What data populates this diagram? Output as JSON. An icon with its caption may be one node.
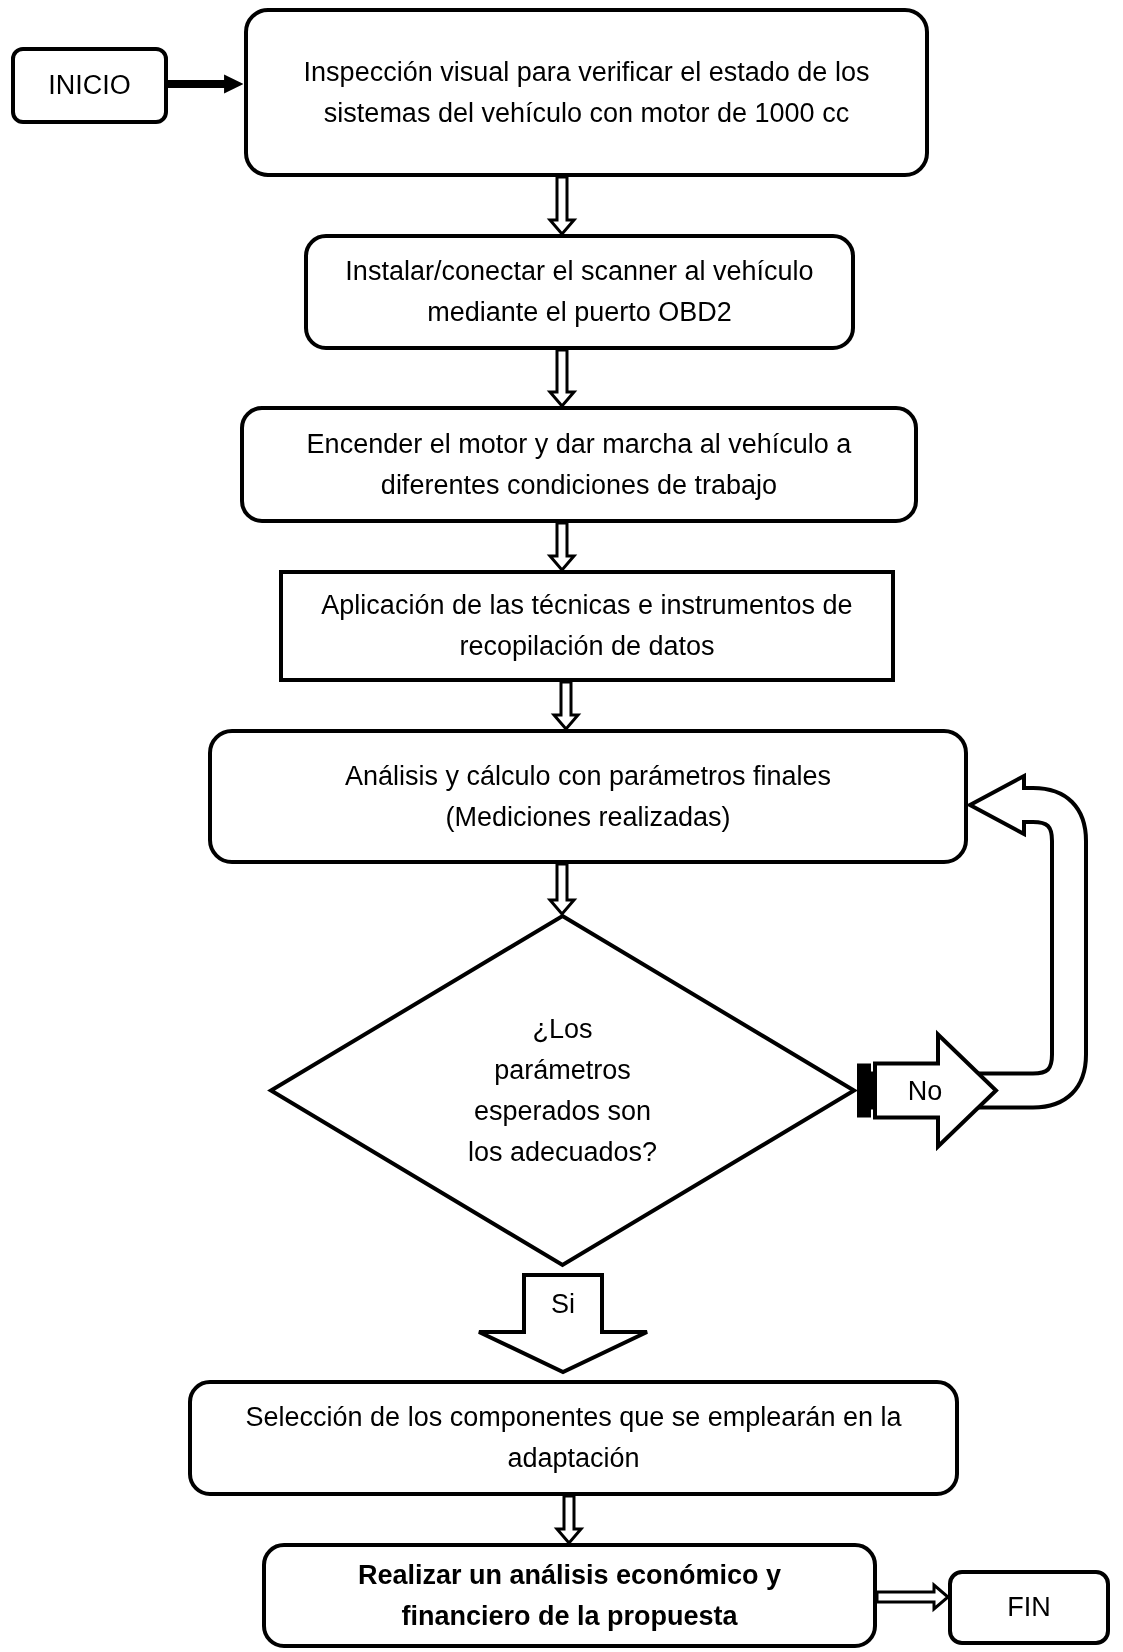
{
  "diagram": {
    "nodes": [
      {
        "text": [
          "INICIO"
        ]
      },
      {
        "text": [
          "Inspección visual para verificar el estado de los sistemas del vehículo con motor de 1000 cc"
        ]
      },
      {
        "text": [
          "Instalar/conectar el scanner al vehículo mediante el puerto OBD2"
        ]
      },
      {
        "text": [
          "Encender el motor y dar marcha al vehículo a diferentes condiciones de trabajo"
        ]
      },
      {
        "text": [
          "Aplicación de las técnicas e instrumentos de recopilación de datos"
        ]
      },
      {
        "text": [
          "Análisis y cálculo con parámetros finales (Mediciones realizadas)"
        ]
      },
      {
        "text": [
          "¿Los parámetros esperados son los adecuados?"
        ]
      },
      {
        "text": [
          "Selección de los componentes que se emplearán en la adaptación"
        ]
      },
      {
        "text": [
          "Realizar un análisis económico y financiero de la propuesta"
        ]
      },
      {
        "text": [
          "FIN"
        ]
      }
    ],
    "edges": [
      {
        "from": 0,
        "to": 1,
        "arrow": "to"
      },
      {
        "from": 1,
        "to": 2,
        "arrow": "to"
      },
      {
        "from": 2,
        "to": 3,
        "arrow": "to"
      },
      {
        "from": 3,
        "to": 4,
        "arrow": "to"
      },
      {
        "from": 4,
        "to": 5,
        "arrow": "to"
      },
      {
        "from": 5,
        "to": 6,
        "arrow": "to"
      },
      {
        "from": 6,
        "to": 5,
        "arrow": "to",
        "label": "No",
        "style": "thick"
      },
      {
        "from": 6,
        "to": 7,
        "arrow": "to",
        "label": "Si",
        "style": "thick"
      },
      {
        "from": 7,
        "to": 8,
        "arrow": "to"
      },
      {
        "from": 8,
        "to": 9,
        "arrow": "to"
      }
    ]
  }
}
